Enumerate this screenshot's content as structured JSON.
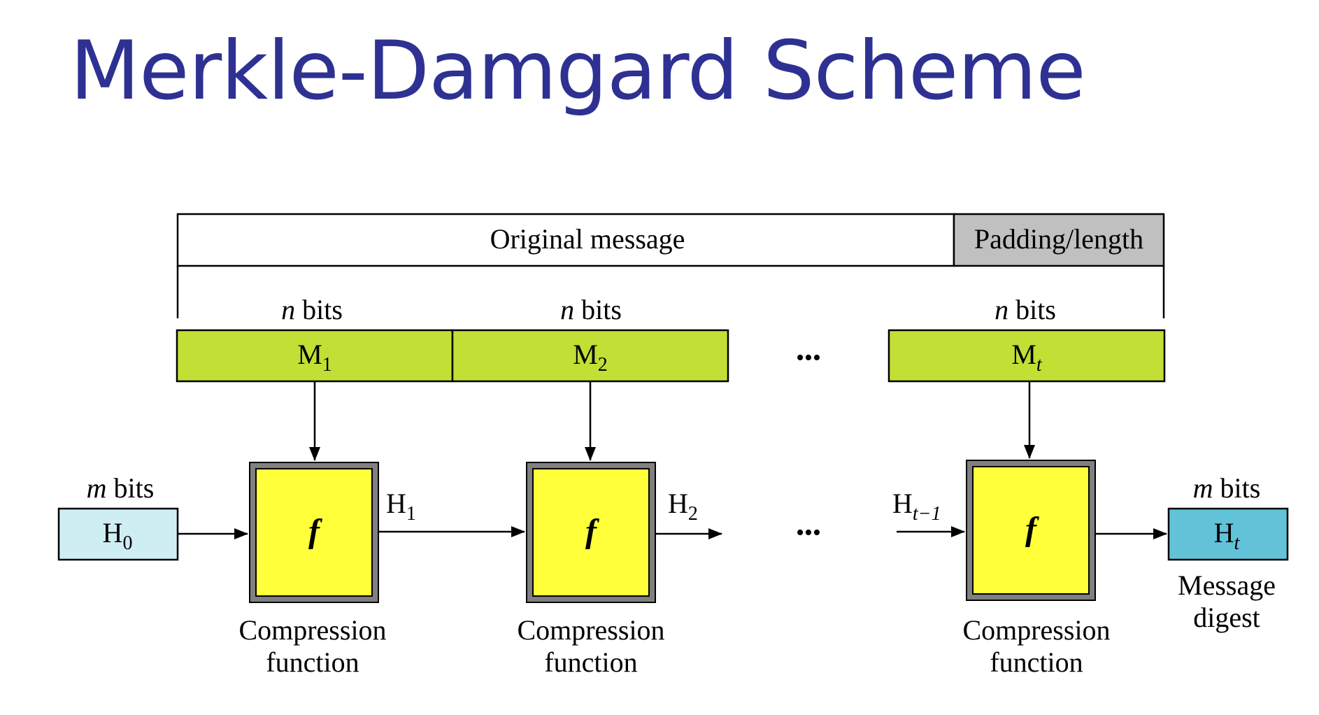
{
  "title": "Merkle-Damgard Scheme",
  "colors": {
    "title": "#2e3192",
    "block": "#c1df35",
    "compression": "#ffff3a",
    "compression_border": "#808080",
    "padding": "#c0c0c0",
    "h0": "#cfeef4",
    "ht": "#62c2d8"
  },
  "message": {
    "original": "Original message",
    "padding": "Padding/length"
  },
  "blocks": [
    {
      "name": "M",
      "sub": "1",
      "sub_italic": false,
      "size_label_var": "n",
      "size_label_unit": " bits"
    },
    {
      "name": "M",
      "sub": "2",
      "sub_italic": false,
      "size_label_var": "n",
      "size_label_unit": " bits"
    },
    {
      "name": "M",
      "sub": "t",
      "sub_italic": true,
      "size_label_var": "n",
      "size_label_unit": " bits"
    }
  ],
  "ellipsis": "•••",
  "compression": {
    "symbol": "f",
    "caption_line1": "Compression",
    "caption_line2": "function"
  },
  "chaining": {
    "h0": {
      "name": "H",
      "sub": "0"
    },
    "h1": {
      "name": "H",
      "sub": "1"
    },
    "h2": {
      "name": "H",
      "sub": "2"
    },
    "ht_minus_1": {
      "name": "H",
      "sub": "t−1"
    },
    "ht": {
      "name": "H",
      "sub": "t"
    }
  },
  "size_m": {
    "var": "m",
    "unit": " bits"
  },
  "digest": {
    "line1": "Message",
    "line2": "digest"
  }
}
